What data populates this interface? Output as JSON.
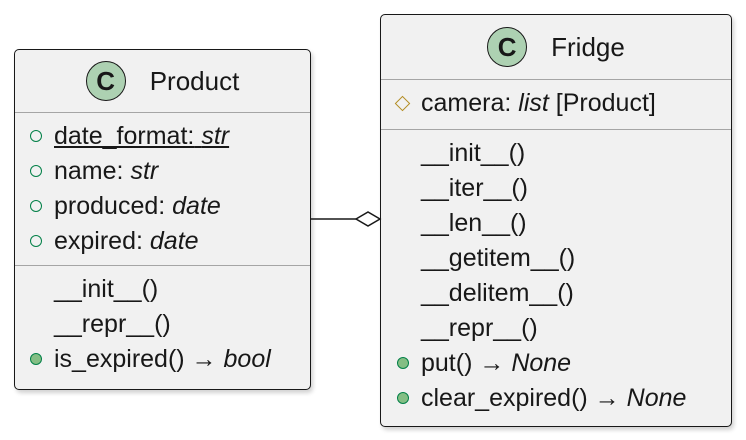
{
  "classes": {
    "product": {
      "stereotype": "C",
      "name": "Product",
      "attributes": [
        {
          "name": "date_format:",
          "type": "str",
          "visibility": "public",
          "static": true
        },
        {
          "name": "name:",
          "type": "str",
          "visibility": "public"
        },
        {
          "name": "produced:",
          "type": "date",
          "visibility": "public"
        },
        {
          "name": "expired:",
          "type": "date",
          "visibility": "public"
        }
      ],
      "methods": [
        {
          "name": "__init__()",
          "visibility": "none"
        },
        {
          "name": "__repr__()",
          "visibility": "none"
        },
        {
          "name": "is_expired() →",
          "ret": "bool",
          "visibility": "public"
        }
      ]
    },
    "fridge": {
      "stereotype": "C",
      "name": "Fridge",
      "attributes": [
        {
          "name": "camera:",
          "type": "list",
          "suffix": "[Product]",
          "visibility": "protected"
        }
      ],
      "methods": [
        {
          "name": "__init__()",
          "visibility": "none"
        },
        {
          "name": "__iter__()",
          "visibility": "none"
        },
        {
          "name": "__len__()",
          "visibility": "none"
        },
        {
          "name": "__getitem__()",
          "visibility": "none"
        },
        {
          "name": "__delitem__()",
          "visibility": "none"
        },
        {
          "name": "__repr__()",
          "visibility": "none"
        },
        {
          "name": "put() →",
          "ret": "None",
          "visibility": "public"
        },
        {
          "name": "clear_expired() →",
          "ret": "None",
          "visibility": "public"
        }
      ]
    }
  },
  "relations": [
    {
      "from": "Product",
      "to": "Fridge",
      "kind": "aggregation"
    }
  ],
  "colors": {
    "class_bg": "#f1f1f1",
    "stereotype_bg": "#add1b2",
    "public_border": "#038048",
    "public_fill": "#84be84",
    "protected": "#b38d22",
    "line": "#181818"
  }
}
